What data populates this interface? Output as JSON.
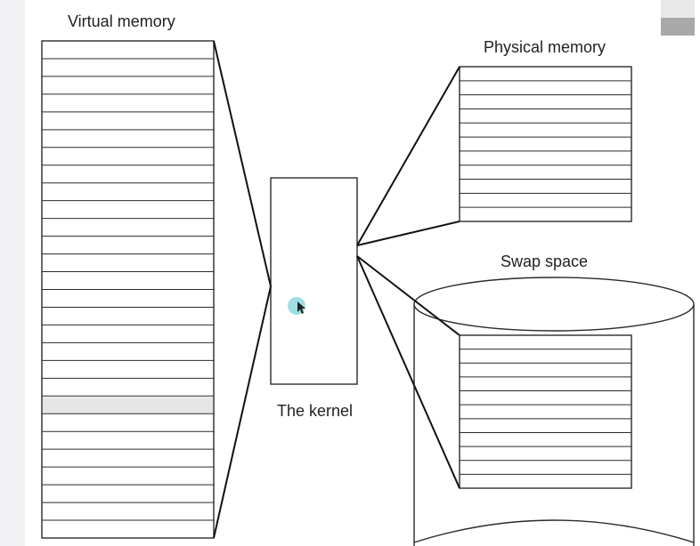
{
  "labels": {
    "virtual_memory": "Virtual memory",
    "physical_memory": "Physical memory",
    "swap_space": "Swap space",
    "kernel": "The kernel"
  },
  "regions": {
    "virtual_memory_rows": 28,
    "physical_memory_rows": 11,
    "swap_space_rows": 11,
    "highlighted_virtual_row": 20
  },
  "colors": {
    "line": "#2a2a2a",
    "highlight_row": "#e6e6e6",
    "cursor_ring": "#7fd3d8"
  },
  "icons": {
    "cursor": "mouse-pointer-icon"
  }
}
